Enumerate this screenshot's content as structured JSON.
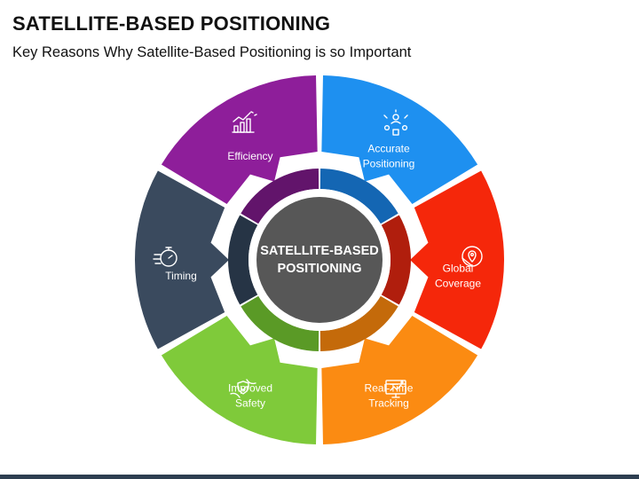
{
  "header": {
    "title": "SATELLITE-BASED POSITIONING",
    "subtitle": "Key Reasons Why Satellite-Based Positioning is so Important"
  },
  "center": {
    "line1": "SATELLITE-BASED",
    "line2": "POSITIONING"
  },
  "segments": [
    {
      "lines": [
        "Accurate",
        "Positioning"
      ],
      "color": "#1e90f0",
      "inner_color": "#1466b3",
      "icon": "people-network-icon"
    },
    {
      "lines": [
        "Global",
        "Coverage"
      ],
      "color": "#f5270a",
      "inner_color": "#b01e0d",
      "icon": "map-pin-globe-icon"
    },
    {
      "lines": [
        "Real-Time",
        "Tracking"
      ],
      "color": "#fb8b12",
      "inner_color": "#c46a0a",
      "icon": "tracking-screen-icon"
    },
    {
      "lines": [
        "Improved",
        "Safety"
      ],
      "color": "#7fca3a",
      "inner_color": "#5a9a26",
      "icon": "shield-hands-icon"
    },
    {
      "lines": [
        "Timing"
      ],
      "color": "#3a4a5e",
      "inner_color": "#263445",
      "icon": "stopwatch-icon"
    },
    {
      "lines": [
        "Efficiency"
      ],
      "color": "#8e1e9a",
      "inner_color": "#62146b",
      "icon": "growth-chart-icon"
    }
  ]
}
